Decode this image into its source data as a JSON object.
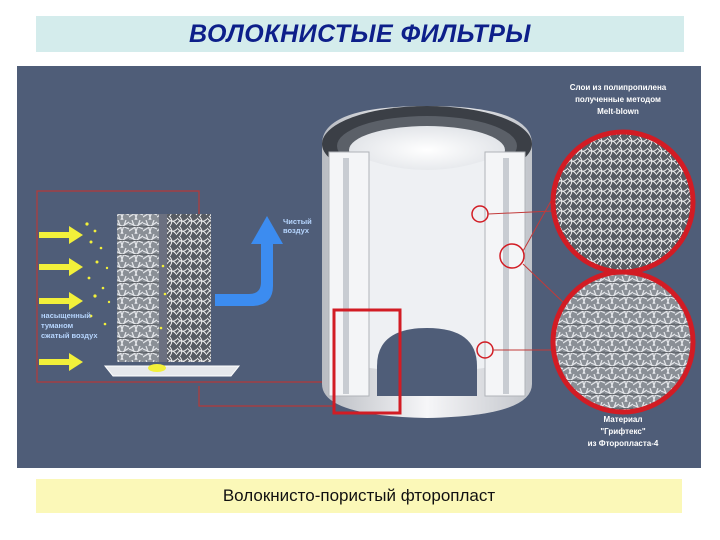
{
  "slide": {
    "title": "ВОЛОКНИСТЫЕ ФИЛЬТРЫ",
    "caption": "Волокнисто-пористый фторопласт"
  },
  "figure": {
    "labels": {
      "clean_air_line1": "Чистый",
      "clean_air_line2": "воздух",
      "inlet_line1": "насыщенный",
      "inlet_line2": "туманом",
      "inlet_line3": "сжатый воздух",
      "layers_line1": "Слои из полипропилена",
      "layers_line2": "полученные методом",
      "layers_line3": "Melt-blown",
      "material_line1": "Материал",
      "material_line2": "\"Грифтекс\"",
      "material_line3": "из Фторопласта-4"
    },
    "colors": {
      "background": "#4f5d78",
      "inlet_arrows": "#f2f03a",
      "outlet_arrow": "#3c8cf0",
      "highlight_frame": "#d21c24",
      "callout_lines": "#c23a3a"
    }
  }
}
